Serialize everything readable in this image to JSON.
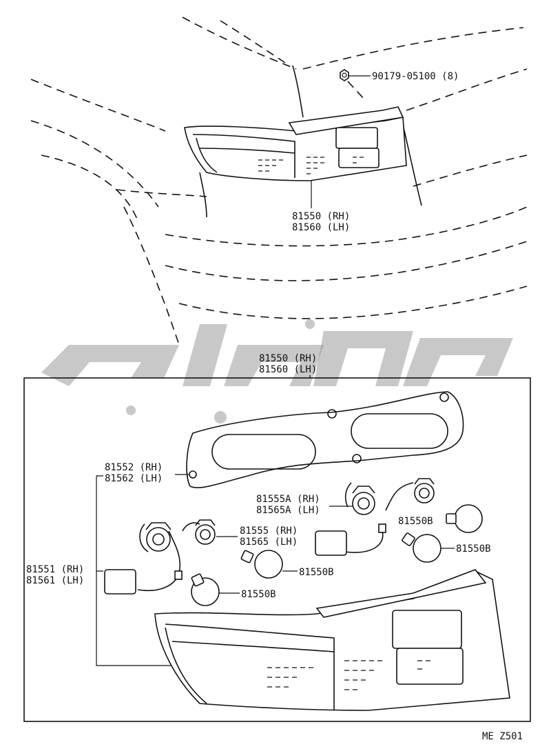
{
  "labels": {
    "bolt": "90179-05100 (8)",
    "lamp_top_rh": "81550 (RH)",
    "lamp_top_lh": "81560 (LH)",
    "lamp_box_rh": "81550 (RH)",
    "lamp_box_lh": "81560 (LH)",
    "gasket_rh": "81552 (RH)",
    "gasket_lh": "81562 (LH)",
    "socket_a_rh": "81555A (RH)",
    "socket_a_lh": "81565A (LH)",
    "socket_rh": "81555 (RH)",
    "socket_lh": "81565 (LH)",
    "wire_rh": "81551 (RH)",
    "wire_lh": "81561 (LH)",
    "bulb_1": "81550B",
    "bulb_2": "81550B",
    "bulb_3": "81550B",
    "bulb_4": "81550B"
  },
  "footer": {
    "code": "ME Z501"
  }
}
